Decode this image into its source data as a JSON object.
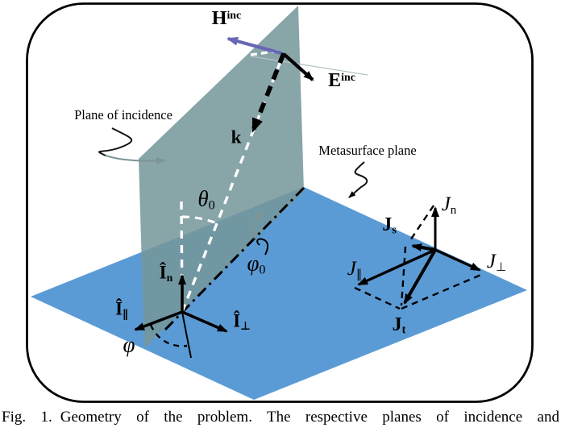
{
  "figure": {
    "annotations": {
      "plane_of_incidence": "Plane of incidence",
      "metasurface_plane": "Metasurface plane"
    },
    "labels": {
      "h_inc": {
        "base": "H",
        "sup": "inc"
      },
      "e_inc": {
        "base": "E",
        "sup": "inc"
      },
      "k": "k",
      "theta_0": {
        "base": "θ",
        "sub": "0"
      },
      "phi_0": {
        "base": "φ",
        "sub": "0"
      },
      "phi": "φ",
      "i_n": {
        "base": "Î",
        "sub": "n"
      },
      "i_par": {
        "base": "Î",
        "sub": "∥"
      },
      "i_perp": {
        "base": "Î",
        "sub": "⊥"
      },
      "j_n": {
        "base": "J",
        "sub": "n"
      },
      "j_s": {
        "base": "J",
        "sub": "s"
      },
      "j_par": {
        "base": "J",
        "sub": "∥"
      },
      "j_perp": {
        "base": "J",
        "sub": "⊥"
      },
      "j_t": {
        "base": "J",
        "sub": "t"
      }
    },
    "colors": {
      "metasurface_plane": "#5b9bd5",
      "incidence_plane": "#75969a",
      "h_arrow": "#6767b5",
      "gray_annotation": "#7d9595"
    }
  },
  "caption": {
    "fig": "Fig. 1.",
    "text": "Geometry of the problem. The respective planes of incidence and"
  }
}
